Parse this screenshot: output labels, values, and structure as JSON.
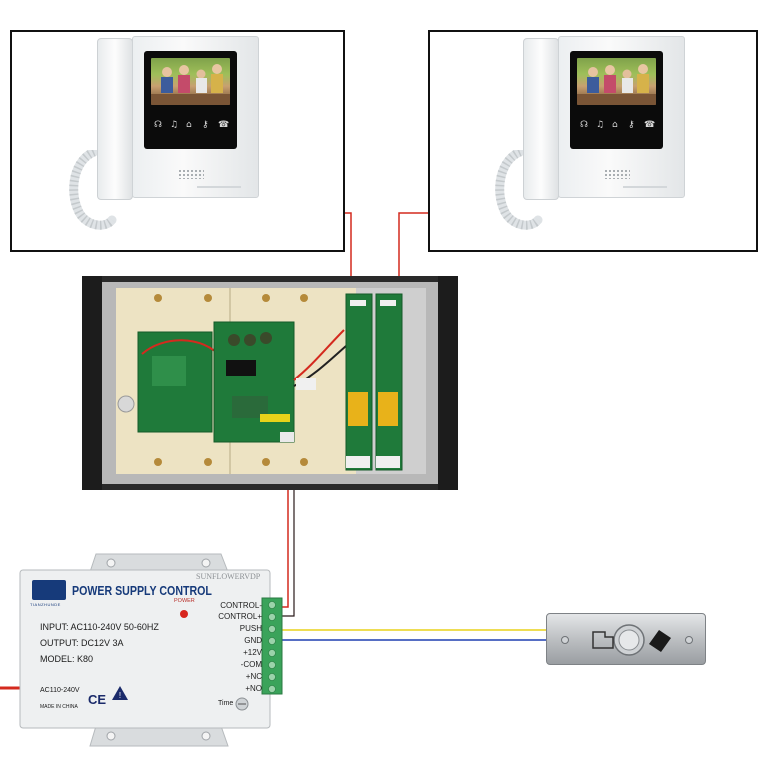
{
  "power_supply": {
    "title": "POWER SUPPLY CONTROL",
    "brand": "SUNFLOWERVDP",
    "logo_text": "TIANZHUNDE",
    "power_indicator_label": "POWER",
    "input": "INPUT: AC110-240V  50-60HZ",
    "output": "OUTPUT: DC12V  3A",
    "model": "MODEL: K80",
    "ac_label": "AC110-240V",
    "made_in": "MADE IN CHINA",
    "cert_mark": "CE",
    "time_label": "Time",
    "terminals": [
      "CONTROL-",
      "CONTROL+",
      "PUSH",
      "GND",
      "+12V",
      "-COM",
      "+NC",
      "+NO"
    ]
  },
  "colors": {
    "wire_red": "#d42a1e",
    "wire_yellow": "#e8d21a",
    "wire_blue": "#1f3fb0",
    "frame": "#111111",
    "ps_blue": "#163a7a",
    "pcb_green": "#1f7a3a"
  }
}
